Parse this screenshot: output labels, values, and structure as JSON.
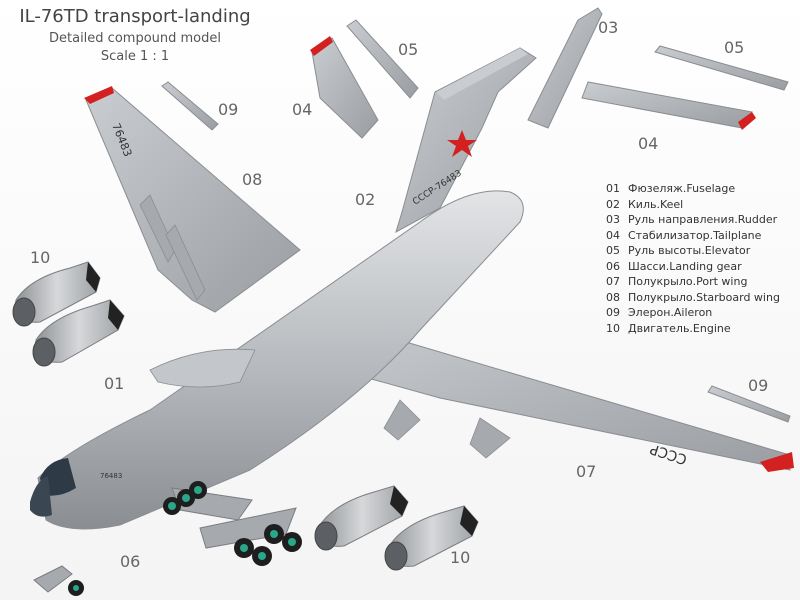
{
  "header": {
    "title": "IL-76TD transport-landing",
    "subtitle": "Detailed compound model",
    "scale": "Scale 1 : 1"
  },
  "colors": {
    "panel": "#b3b6ba",
    "panel_dark": "#8f9296",
    "accent_red": "#d32020",
    "tire": "#1e1e1e",
    "rim": "#2aa68a",
    "cockpit": "#2e3a46"
  },
  "aircraft_markings": {
    "fin_registration": "СССР-76483",
    "wing_marking": "СССР",
    "starboard_wing_number": "76483",
    "nose_registration": "76483"
  },
  "callouts": {
    "c01": "01",
    "c02": "02",
    "c03": "03",
    "c04a": "04",
    "c04b": "04",
    "c05a": "05",
    "c05b": "05",
    "c06": "06",
    "c07": "07",
    "c08": "08",
    "c09a": "09",
    "c09b": "09",
    "c10a": "10",
    "c10b": "10"
  },
  "legend": [
    {
      "num": "01",
      "label": "Фюзеляж.Fuselage"
    },
    {
      "num": "02",
      "label": "Киль.Keel"
    },
    {
      "num": "03",
      "label": "Руль направления.Rudder"
    },
    {
      "num": "04",
      "label": "Стабилизатор.Tailplane"
    },
    {
      "num": "05",
      "label": "Руль высоты.Elevator"
    },
    {
      "num": "06",
      "label": "Шасси.Landing gear"
    },
    {
      "num": "07",
      "label": "Полукрыло.Port wing"
    },
    {
      "num": "08",
      "label": "Полукрыло.Starboard wing"
    },
    {
      "num": "09",
      "label": "Элерон.Aileron"
    },
    {
      "num": "10",
      "label": "Двигатель.Engine"
    }
  ]
}
